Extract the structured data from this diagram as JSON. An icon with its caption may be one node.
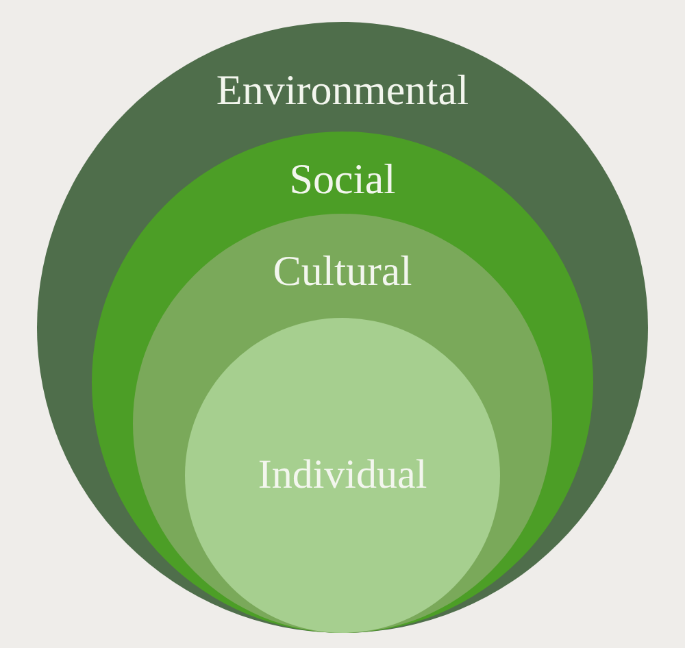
{
  "diagram": {
    "nodes": [
      {
        "text": [
          "Environmental"
        ]
      },
      {
        "text": [
          "Social"
        ],
        "in": 0
      },
      {
        "text": [
          "Cultural"
        ],
        "in": 1
      },
      {
        "text": [
          "Individual"
        ],
        "in": 2
      }
    ]
  }
}
